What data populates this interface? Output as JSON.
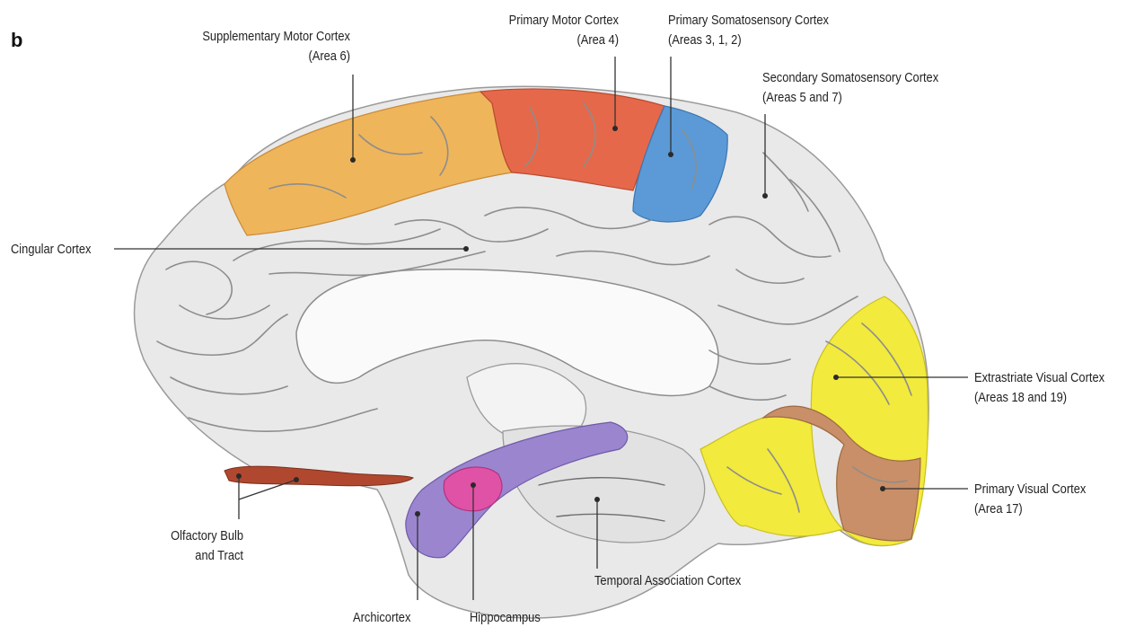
{
  "panel_letter": "b",
  "colors": {
    "cortex_base": "#e9e9e9",
    "supplementary_motor": "#efb55b",
    "primary_motor": "#e6684a",
    "primary_somatosensory": "#5b9ad6",
    "extrastriate_visual": "#f2ea3c",
    "primary_visual": "#c98f68",
    "limbic_purple": "#9b85cf",
    "hippocampus": "#e052a5",
    "olfactory": "#b0482f"
  },
  "labels": {
    "supplementary_motor": {
      "line1": "Supplementary Motor Cortex",
      "line2": "(Area 6)"
    },
    "primary_motor": {
      "line1": "Primary Motor Cortex",
      "line2": "(Area 4)"
    },
    "primary_somatosensory": {
      "line1": "Primary Somatosensory Cortex",
      "line2": "(Areas 3, 1, 2)"
    },
    "secondary_somatosensory": {
      "line1": "Secondary Somatosensory Cortex",
      "line2": "(Areas 5 and 7)"
    },
    "cingular": {
      "line1": "Cingular Cortex"
    },
    "extrastriate_visual": {
      "line1": "Extrastriate Visual Cortex",
      "line2": "(Areas 18 and 19)"
    },
    "primary_visual": {
      "line1": "Primary Visual Cortex",
      "line2": "(Area 17)"
    },
    "olfactory": {
      "line1": "Olfactory Bulb",
      "line2": "and Tract"
    },
    "temporal_association": {
      "line1": "Temporal Association Cortex"
    },
    "archicortex": {
      "line1": "Archicortex"
    },
    "hippocampus": {
      "line1": "Hippocampus"
    }
  }
}
